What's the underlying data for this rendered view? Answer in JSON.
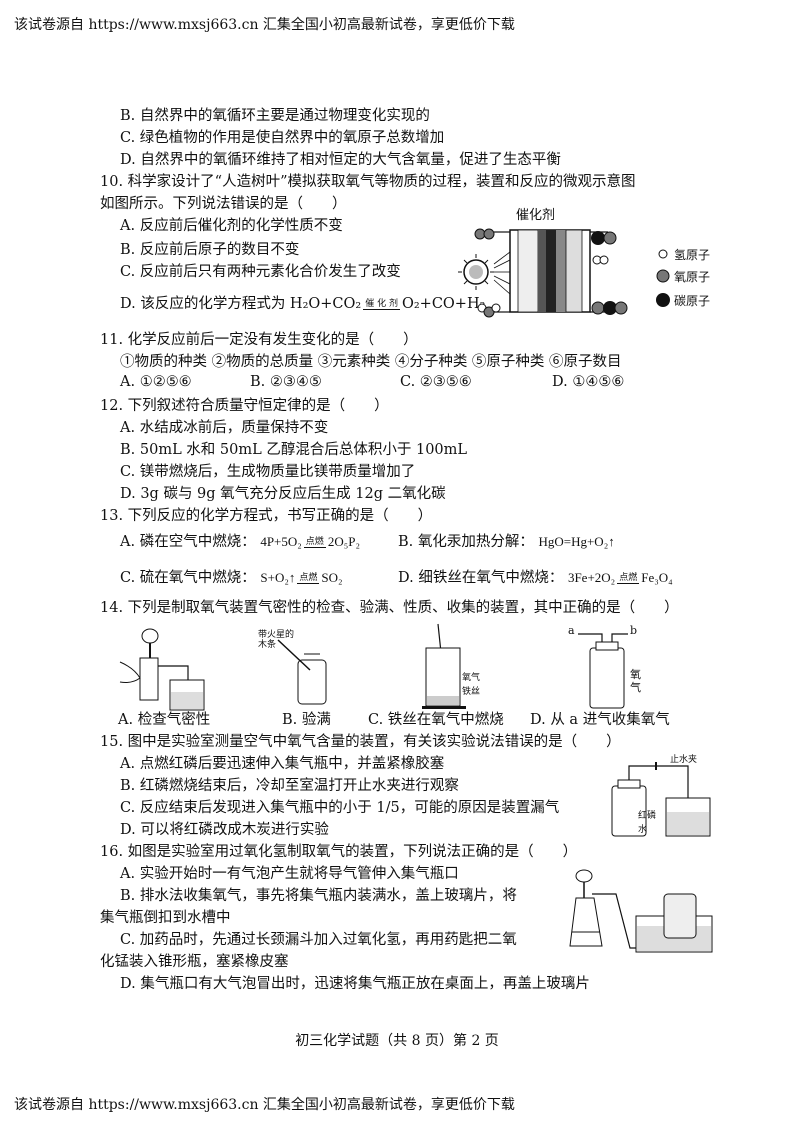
{
  "header": "该试卷源自 https://www.mxsj663.cn 汇集全国小初高最新试卷，享更低价下载",
  "footer_line": "该试卷源自 https://www.mxsj663.cn 汇集全国小初高最新试卷，享更低价下载",
  "page_footer": "初三化学试题（共 8 页）第 2 页",
  "q9": {
    "b": "B. 自然界中的氧循环主要是通过物理变化实现的",
    "c": "C. 绿色植物的作用是使自然界中的氧原子总数增加",
    "d": "D. 自然界中的氧循环维持了相对恒定的大气含氧量，促进了生态平衡"
  },
  "q10": {
    "stem1": "10. 科学家设计了“人造树叶”模拟获取氧气等物质的过程，装置和反应的微观示意图",
    "stem2": "如图所示。下列说法错误的是（　　）",
    "a": "A. 反应前后催化剂的化学性质不变",
    "b": "B. 反应前后原子的数目不变",
    "c": "C. 反应前后只有两种元素化合价发生了改变",
    "d_pre": "D. 该反应的化学方程式为 H₂O+CO₂",
    "d_cond": "催 化 剂",
    "d_post": "O₂+CO+H₂",
    "fig_title": "催化剂",
    "legend": [
      "氢原子",
      "氧原子",
      "碳原子"
    ]
  },
  "q11": {
    "stem": "11. 化学反应前后一定没有发生变化的是（　　）",
    "items": "①物质的种类 ②物质的总质量 ③元素种类 ④分子种类 ⑤原子种类 ⑥原子数目",
    "a": "A. ①②⑤⑥",
    "b": "B. ②③④⑤",
    "c": "C. ②③⑤⑥",
    "d": "D. ①④⑤⑥"
  },
  "q12": {
    "stem": "12. 下列叙述符合质量守恒定律的是（　　）",
    "a": "A. 水结成冰前后，质量保持不变",
    "b": "B. 50mL 水和 50mL 乙醇混合后总体积小于 100mL",
    "c": "C. 镁带燃烧后，生成物质量比镁带质量增加了",
    "d": "D. 3g 碳与 9g 氧气充分反应后生成 12g 二氧化碳"
  },
  "q13": {
    "stem": "13. 下列反应的化学方程式，书写正确的是（　　）",
    "a_text": "A. 磷在空气中燃烧：",
    "a_eq_pre": "4P+5O₂",
    "a_eq_post": "2O₅P₂",
    "b_text": "B. 氧化汞加热分解：",
    "b_eq": "HgO=Hg+O₂↑",
    "c_text": "C. 硫在氧气中燃烧：",
    "c_eq_pre": "S+O₂↑",
    "c_eq_post": "SO₂",
    "d_text": "D. 细铁丝在氧气中燃烧：",
    "d_eq_pre": "3Fe+2O₂",
    "d_eq_post": "Fe₃O₄",
    "cond": "点燃"
  },
  "q14": {
    "stem": "14. 下列是制取氧气装置气密性的检查、验满、性质、收集的装置，其中正确的是（　　）",
    "a": "A. 检查气密性",
    "b": "B. 验满",
    "c": "C. 铁丝在氧气中燃烧",
    "d": "D. 从 a 进气收集氧气",
    "fig_b_label": "带火星的木条",
    "fig_c_label1": "氧气",
    "fig_c_label2": "铁丝",
    "fig_d_a": "a",
    "fig_d_b": "b",
    "fig_d_gas": "氧气"
  },
  "q15": {
    "stem": "15. 图中是实验室测量空气中氧气含量的装置，有关该实验说法错误的是（　　）",
    "a": "A. 点燃红磷后要迅速伸入集气瓶中，并盖紧橡胶塞",
    "b": "B. 红磷燃烧结束后，冷却至室温打开止水夹进行观察",
    "c": "C. 反应结束后发现进入集气瓶中的小于 1/5，可能的原因是装置漏气",
    "d": "D. 可以将红磷改成木炭进行实验",
    "fig_clip": "止水夹",
    "fig_p": "红磷",
    "fig_water": "水"
  },
  "q16": {
    "stem": "16. 如图是实验室用过氧化氢制取氧气的装置，下列说法正确的是（　　）",
    "a": "A. 实验开始时一有气泡产生就将导气管伸入集气瓶口",
    "b1": "B. 排水法收集氧气，事先将集气瓶内装满水，盖上玻璃片，将",
    "b2": "集气瓶倒扣到水槽中",
    "c1": "C. 加药品时，先通过长颈漏斗加入过氧化氢，再用药匙把二氧",
    "c2": "化锰装入锥形瓶，塞紧橡皮塞",
    "d": "D. 集气瓶口有大气泡冒出时，迅速将集气瓶正放在桌面上，再盖上玻璃片"
  }
}
